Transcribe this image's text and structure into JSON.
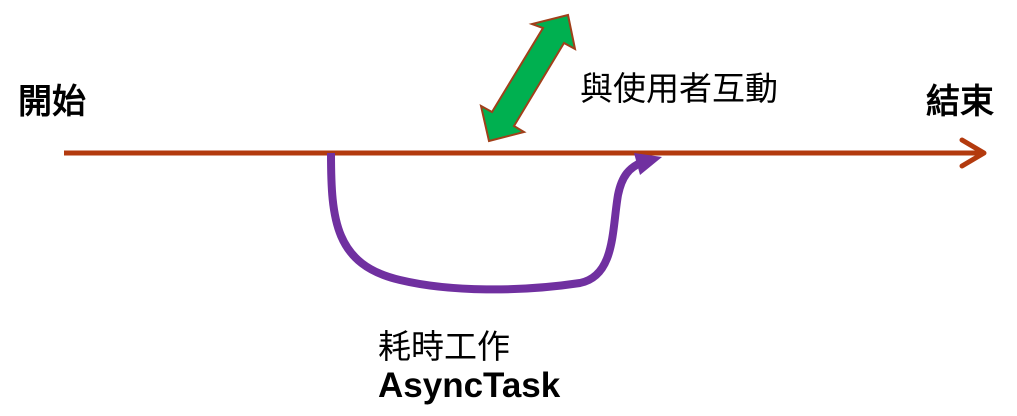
{
  "labels": {
    "start": "開始",
    "end": "結束",
    "interaction": "與使用者互動",
    "long_task": "耗時工作",
    "async_task": "AsyncTask"
  },
  "colors": {
    "timeline": "#b33a0e",
    "interaction_arrow_fill": "#00b050",
    "interaction_arrow_stroke": "#a0401a",
    "async_arrow": "#7030a0"
  }
}
